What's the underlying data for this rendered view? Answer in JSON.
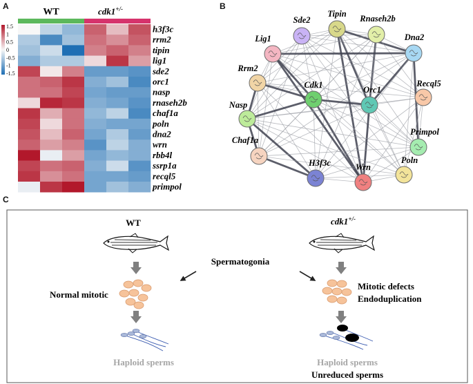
{
  "panels": {
    "a": {
      "letter": "A"
    },
    "b": {
      "letter": "B"
    },
    "c": {
      "letter": "C"
    }
  },
  "heatmap": {
    "group_wt": "WT",
    "group_mut": "cdk1",
    "group_mut_sup": "+/-",
    "group_colors": {
      "wt": "#5cb85c",
      "mut": "#d6336c"
    },
    "color_scale": {
      "low": "#1f6fb4",
      "mid": "#f7f7f7",
      "high": "#b2182b"
    },
    "scale_ticks": [
      "1.5",
      "1",
      "0.5",
      "0",
      "-0.5",
      "-1",
      "-1.5"
    ],
    "genes": [
      "h3f3c",
      "rrm2",
      "tipin",
      "lig1",
      "sde2",
      "orc1",
      "nasp",
      "rnaseh2b",
      "chaf1a",
      "poln",
      "dna2",
      "wrn",
      "rbb4l",
      "ssrp1a",
      "recql5",
      "primpol"
    ],
    "values": [
      [
        0.0,
        -0.4,
        -0.7,
        1.0,
        0.4,
        1.1
      ],
      [
        -0.5,
        -1.2,
        -0.6,
        0.9,
        0.7,
        1.0
      ],
      [
        -0.6,
        -0.3,
        -1.6,
        0.8,
        1.0,
        0.8
      ],
      [
        -0.8,
        -0.5,
        -0.5,
        0.2,
        1.3,
        0.6
      ],
      [
        1.2,
        0.1,
        0.8,
        -1.0,
        -1.0,
        -1.1
      ],
      [
        0.9,
        1.0,
        1.3,
        -0.8,
        -0.6,
        -1.2
      ],
      [
        0.9,
        0.9,
        1.2,
        -0.9,
        -1.0,
        -1.0
      ],
      [
        0.2,
        1.4,
        1.3,
        -0.8,
        -0.9,
        -1.1
      ],
      [
        1.3,
        0.5,
        0.9,
        -0.7,
        -0.4,
        -1.2
      ],
      [
        1.2,
        0.2,
        0.9,
        -0.8,
        -0.9,
        -0.9
      ],
      [
        1.1,
        0.4,
        1.0,
        -0.9,
        -0.5,
        -1.0
      ],
      [
        1.0,
        0.6,
        0.8,
        -1.1,
        -0.4,
        -0.8
      ],
      [
        1.5,
        -0.1,
        0.6,
        -0.9,
        -0.7,
        -0.8
      ],
      [
        1.2,
        0.9,
        1.0,
        -0.8,
        -0.3,
        -1.1
      ],
      [
        1.3,
        0.7,
        0.9,
        -0.9,
        -0.9,
        -1.0
      ],
      [
        -0.1,
        1.3,
        1.5,
        -0.9,
        -0.6,
        -0.8
      ]
    ]
  },
  "network": {
    "nodes": [
      {
        "id": "sde2",
        "label": "Sde2",
        "color": "#c9b3f5"
      },
      {
        "id": "tipin",
        "label": "Tipin",
        "color": "#d8d88a"
      },
      {
        "id": "rnaseh2b",
        "label": "Rnaseh2b",
        "color": "#e2efa8"
      },
      {
        "id": "dna2",
        "label": "Dna2",
        "color": "#a7d8f3"
      },
      {
        "id": "lig1",
        "label": "Lig1",
        "color": "#f4b6c2"
      },
      {
        "id": "recql5",
        "label": "Recql5",
        "color": "#f8c8a8"
      },
      {
        "id": "rrm2",
        "label": "Rrm2",
        "color": "#f1d5a6"
      },
      {
        "id": "cdk1",
        "label": "Cdk1",
        "color": "#6fcf6f"
      },
      {
        "id": "orc1",
        "label": "Orc1",
        "color": "#5fc8b4"
      },
      {
        "id": "nasp",
        "label": "Nasp",
        "color": "#bdeb9a"
      },
      {
        "id": "primpol",
        "label": "Primpol",
        "color": "#a5ecb0"
      },
      {
        "id": "chaf1a",
        "label": "Chaf1a",
        "color": "#f6d4c0"
      },
      {
        "id": "h3f3c",
        "label": "H3f3c",
        "color": "#7b83d4"
      },
      {
        "id": "wrn",
        "label": "Wrn",
        "color": "#f08080"
      },
      {
        "id": "poln",
        "label": "Poln",
        "color": "#f3e49a"
      }
    ]
  },
  "schematic": {
    "wt_title": "WT",
    "mut_title": "cdk1",
    "mut_title_sup": "+/-",
    "center_label": "Spermatogonia",
    "normal_mitotic": "Normal mitotic",
    "mitotic_defects": "Mitotic defects",
    "endoduplication": "Endoduplication",
    "haploid_wt": "Haploid sperms",
    "haploid_mut": "Haploid sperms",
    "unreduced": "Unreduced sperms",
    "colors": {
      "cell": "#f6c39a",
      "arrow": "#808080",
      "gray_text": "#a6a6a6",
      "sperm_head": "#a9b8d9"
    }
  }
}
